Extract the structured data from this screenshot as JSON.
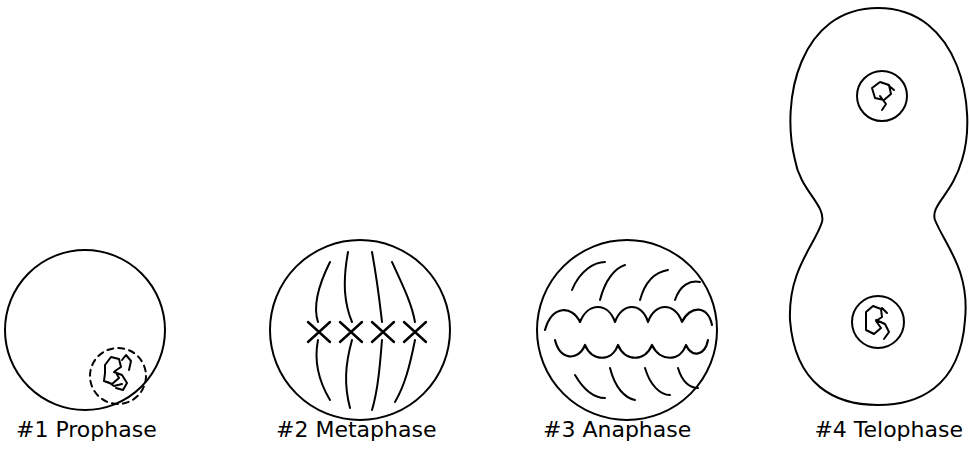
{
  "diagram": {
    "labels": [
      "#1 Prophase",
      "#2 Metaphase",
      "#3 Anaphase",
      "#4 Telophase"
    ]
  }
}
